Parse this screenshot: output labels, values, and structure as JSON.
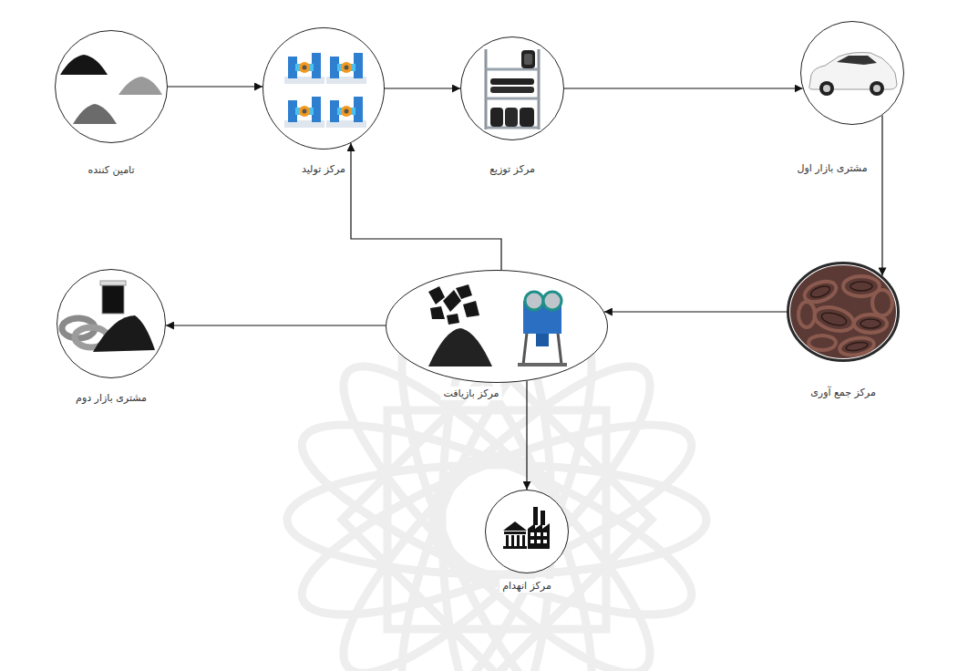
{
  "diagram": {
    "nodes": [
      {
        "text": [
          "تامین کننده"
        ]
      },
      {
        "text": [
          "مرکز تولید"
        ]
      },
      {
        "text": [
          "مرکز توزیع"
        ]
      },
      {
        "text": [
          "مشتری بازار اول"
        ]
      },
      {
        "text": [
          "مرکز جمع آوری"
        ]
      },
      {
        "text": [
          "مرکز بازیافت"
        ]
      },
      {
        "text": [
          "مشتری بازار دوم"
        ]
      },
      {
        "text": [
          "مرکز انهدام"
        ]
      }
    ],
    "edges": [
      {
        "from": 0,
        "to": 1,
        "arrow": "to"
      },
      {
        "from": 1,
        "to": 2,
        "arrow": "to"
      },
      {
        "from": 2,
        "to": 3,
        "arrow": "to"
      },
      {
        "from": 3,
        "to": 4,
        "arrow": "to"
      },
      {
        "from": 4,
        "to": 5,
        "arrow": "to"
      },
      {
        "from": 5,
        "to": 6,
        "arrow": "to"
      },
      {
        "from": 5,
        "to": 1,
        "arrow": "to"
      },
      {
        "from": 5,
        "to": 7,
        "arrow": "to"
      }
    ]
  }
}
